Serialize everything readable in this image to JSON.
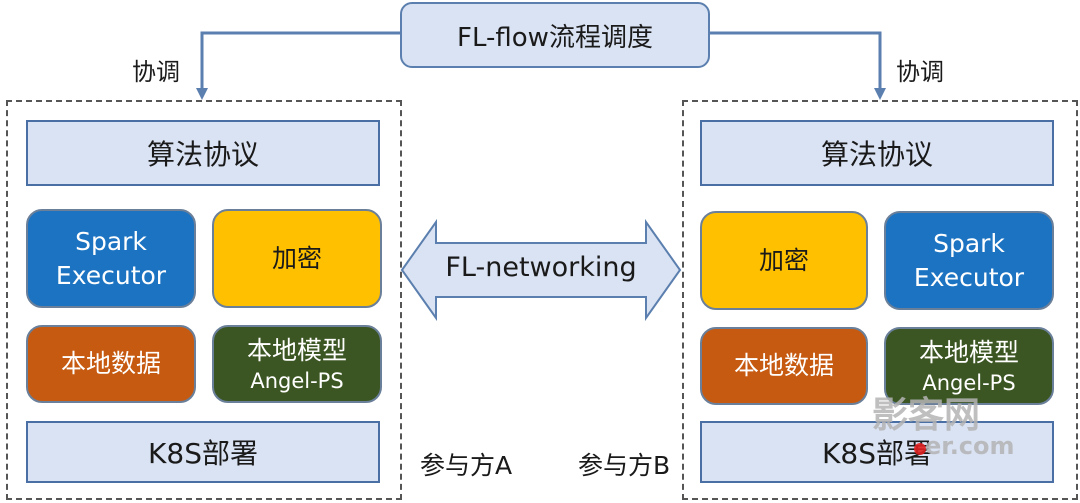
{
  "flow": {
    "title": "FL-flow流程调度"
  },
  "coordinate_label": "协调",
  "network": {
    "label": "FL-networking"
  },
  "left_party": {
    "name": "参与方A",
    "protocol": "算法协议",
    "spark": [
      "Spark",
      "Executor"
    ],
    "encryption": "加密",
    "local_data": "本地数据",
    "local_model": [
      "本地模型",
      "Angel-PS"
    ],
    "deploy": "K8S部署"
  },
  "right_party": {
    "name": "参与方B",
    "protocol": "算法协议",
    "spark": [
      "Spark",
      "Executor"
    ],
    "encryption": "加密",
    "local_data": "本地数据",
    "local_model": [
      "本地模型",
      "Angel-PS"
    ],
    "deploy": "K8S部署"
  },
  "watermark": {
    "line1": "影客网",
    "line2": "er.com"
  },
  "colors": {
    "header_fill": "#dae3f3",
    "header_border": "#5b7fae",
    "spark": "#1b73c2",
    "encryption": "#ffc000",
    "local_data": "#c65a11",
    "local_model": "#3b5622"
  }
}
